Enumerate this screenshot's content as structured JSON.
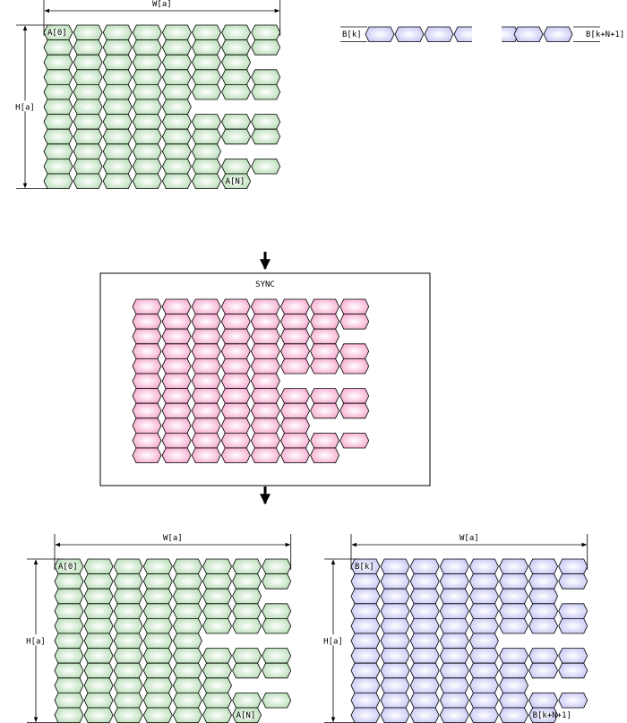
{
  "grid_row_lengths": [
    8,
    8,
    7,
    8,
    8,
    5,
    8,
    8,
    6,
    8,
    7
  ],
  "grid_columns": 8,
  "colors": {
    "green": "#b6dcb4",
    "pink": "#f5a6cc",
    "blue": "#c4c4f4",
    "outline": "#000000"
  },
  "source_grid": {
    "width_label": "W[a]",
    "height_label": "H[a]",
    "first_label": "A[0]",
    "last_label": "A[N]"
  },
  "buffer_strip": {
    "start_label": "B[k]",
    "end_label": "B[k+N+1]"
  },
  "sync_box": {
    "title": "SYNC"
  },
  "result_a": {
    "width_label": "W[a]",
    "height_label": "H[a]",
    "first_label": "A[0]",
    "last_label": "A[N]"
  },
  "result_b": {
    "width_label": "W[a]",
    "height_label": "H[a]",
    "first_label": "B[k]",
    "last_label": "B[k+N+1]"
  }
}
